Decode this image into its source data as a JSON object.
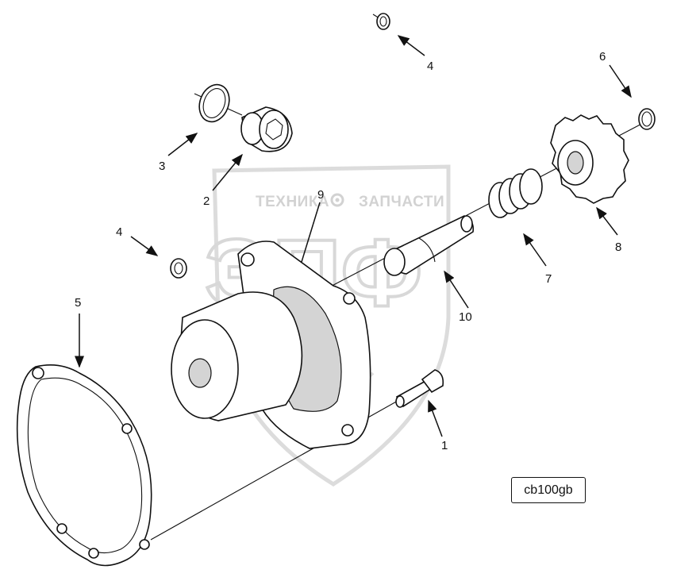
{
  "watermark": {
    "left_text": "ТЕХНИКА",
    "right_text": "ЗАПЧАСТИ",
    "logo_text": "ЭПФ",
    "gear_icon": "gear-icon"
  },
  "callouts": {
    "c1": "1",
    "c2": "2",
    "c3": "3",
    "c4a": "4",
    "c4b": "4",
    "c5": "5",
    "c6": "6",
    "c7": "7",
    "c8": "8",
    "c9": "9",
    "c10": "10"
  },
  "drawing_code": "cb100gb",
  "colors": {
    "line": "#111111",
    "watermark": "#d2d2d2",
    "background": "#ffffff"
  }
}
